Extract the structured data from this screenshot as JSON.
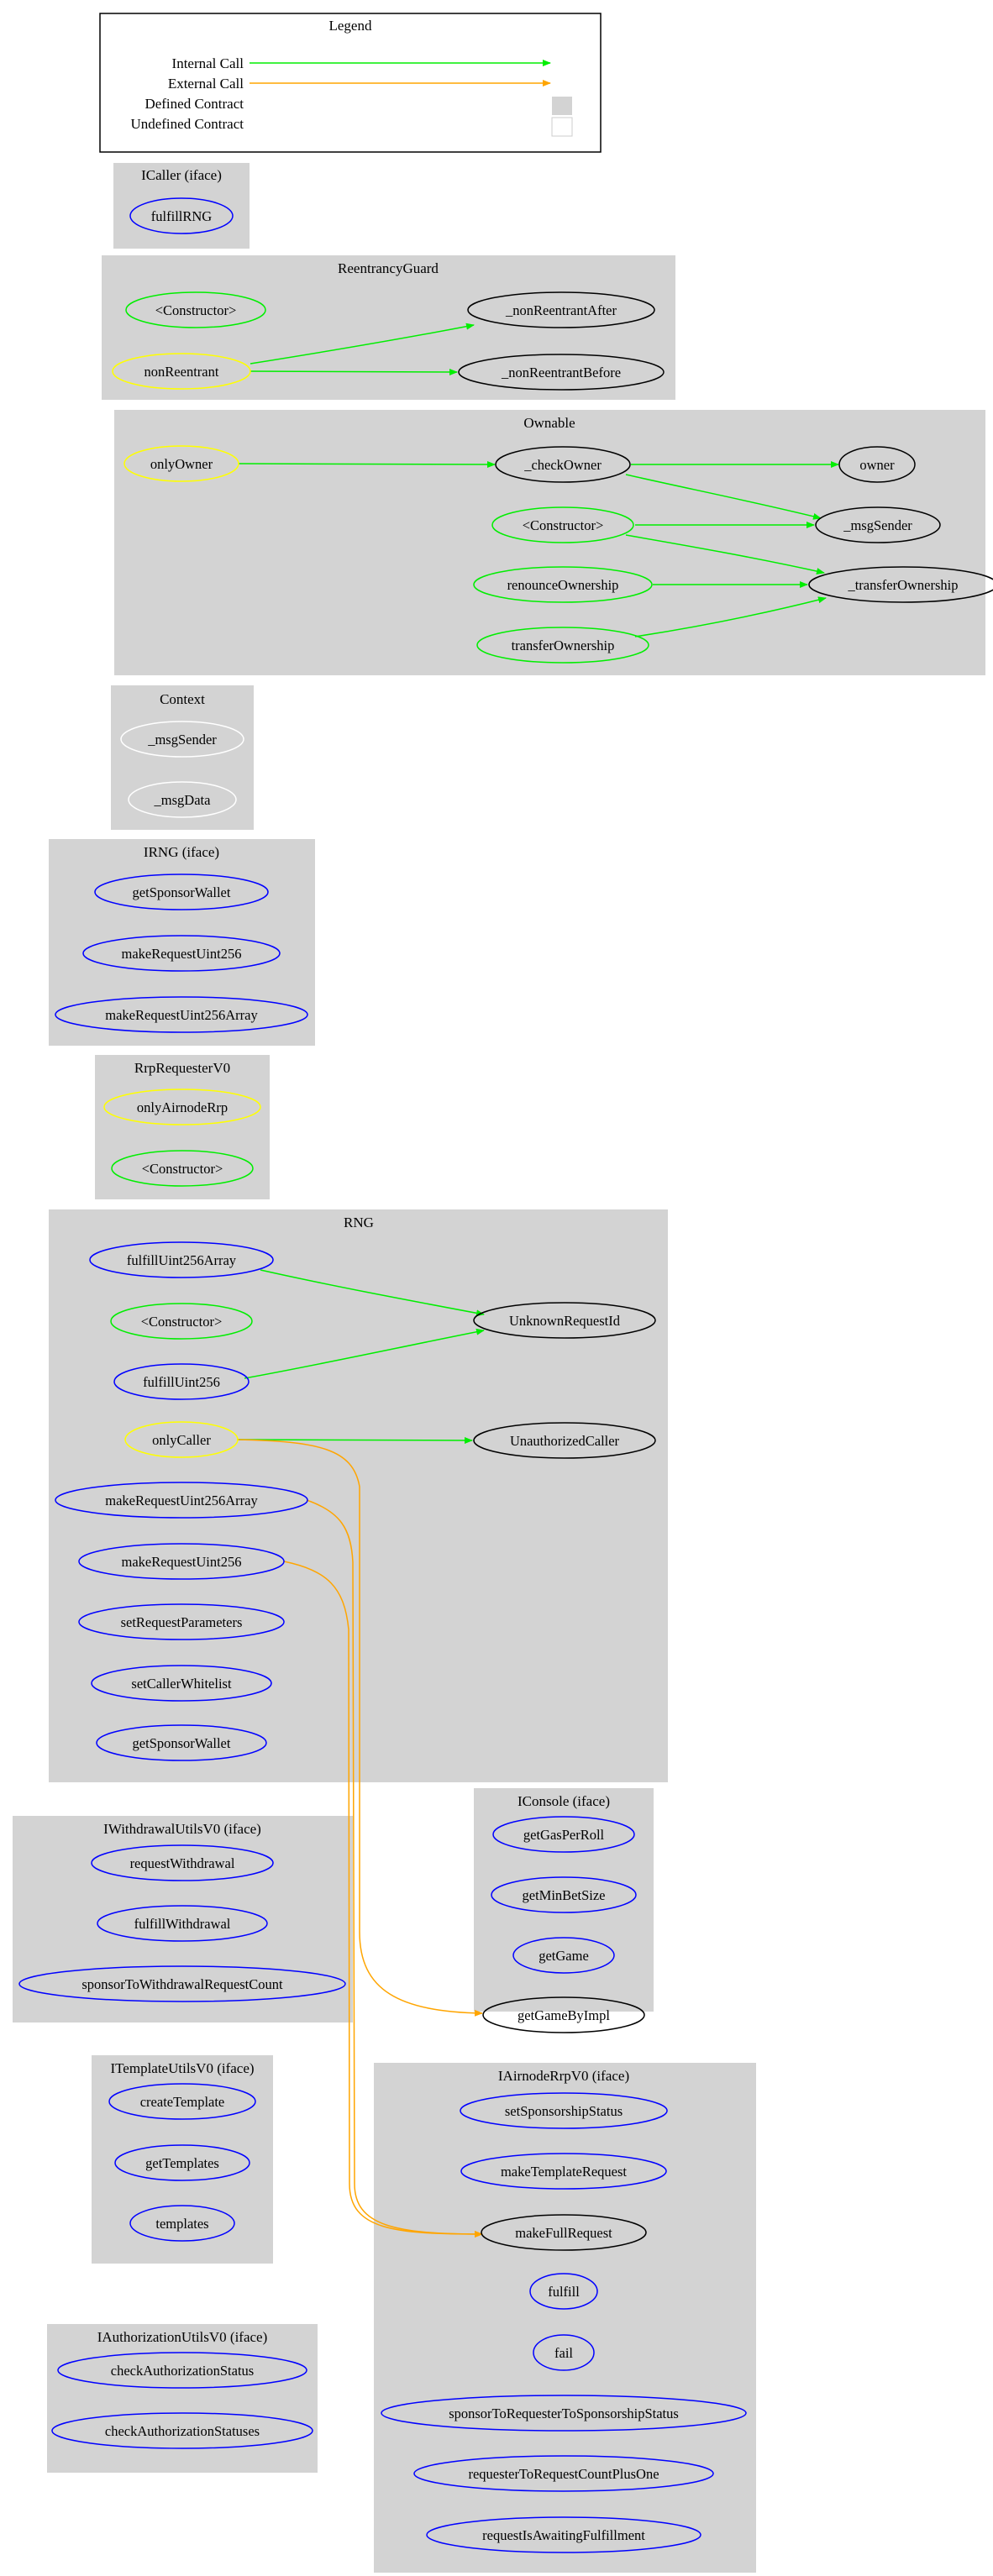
{
  "legend": {
    "title": "Legend",
    "internal_call": "Internal Call",
    "external_call": "External Call",
    "defined_contract": "Defined Contract",
    "undefined_contract": "Undefined Contract"
  },
  "colors": {
    "cluster_fill": "#d3d3d3",
    "internal_edge": "#00ee00",
    "external_edge": "#ffa500",
    "public_node": "#0000ff",
    "internal_node": "#00ee00",
    "modifier_node": "#ffff00",
    "undefined_node": "#000000",
    "context_node": "#ffffff"
  },
  "clusters": {
    "icaller": {
      "title": "ICaller  (iface)",
      "nodes": {
        "fulfillRNG": "fulfillRNG"
      }
    },
    "reentrancy": {
      "title": "ReentrancyGuard",
      "nodes": {
        "constructor": "<Constructor>",
        "nonReentrant": "nonReentrant",
        "nonReentrantAfter": "_nonReentrantAfter",
        "nonReentrantBefore": "_nonReentrantBefore"
      }
    },
    "ownable": {
      "title": "Ownable",
      "nodes": {
        "onlyOwner": "onlyOwner",
        "checkOwner": "_checkOwner",
        "owner": "owner",
        "constructor": "<Constructor>",
        "msgSender": "_msgSender",
        "renounceOwnership": "renounceOwnership",
        "transferOwnershipInternal": "_transferOwnership",
        "transferOwnership": "transferOwnership"
      }
    },
    "context": {
      "title": "Context",
      "nodes": {
        "msgSender": "_msgSender",
        "msgData": "_msgData"
      }
    },
    "irng": {
      "title": "IRNG  (iface)",
      "nodes": {
        "getSponsorWallet": "getSponsorWallet",
        "makeRequestUint256": "makeRequestUint256",
        "makeRequestUint256Array": "makeRequestUint256Array"
      }
    },
    "rrp": {
      "title": "RrpRequesterV0",
      "nodes": {
        "onlyAirnodeRrp": "onlyAirnodeRrp",
        "constructor": "<Constructor>"
      }
    },
    "rng": {
      "title": "RNG",
      "nodes": {
        "fulfillUint256Array": "fulfillUint256Array",
        "constructor": "<Constructor>",
        "fulfillUint256": "fulfillUint256",
        "onlyCaller": "onlyCaller",
        "makeRequestUint256Array": "makeRequestUint256Array",
        "makeRequestUint256": "makeRequestUint256",
        "setRequestParameters": "setRequestParameters",
        "setCallerWhitelist": "setCallerWhitelist",
        "getSponsorWallet": "getSponsorWallet",
        "unknownRequestId": "UnknownRequestId",
        "unauthorizedCaller": "UnauthorizedCaller"
      }
    },
    "iconsole": {
      "title": "IConsole  (iface)",
      "nodes": {
        "getGasPerRoll": "getGasPerRoll",
        "getMinBetSize": "getMinBetSize",
        "getGame": "getGame",
        "getGameByImpl": "getGameByImpl"
      }
    },
    "iwithdrawal": {
      "title": "IWithdrawalUtilsV0  (iface)",
      "nodes": {
        "requestWithdrawal": "requestWithdrawal",
        "fulfillWithdrawal": "fulfillWithdrawal",
        "sponsorToWithdrawalRequestCount": "sponsorToWithdrawalRequestCount"
      }
    },
    "itemplate": {
      "title": "ITemplateUtilsV0  (iface)",
      "nodes": {
        "createTemplate": "createTemplate",
        "getTemplates": "getTemplates",
        "templates": "templates"
      }
    },
    "iauth": {
      "title": "IAuthorizationUtilsV0  (iface)",
      "nodes": {
        "checkAuthorizationStatus": "checkAuthorizationStatus",
        "checkAuthorizationStatuses": "checkAuthorizationStatuses"
      }
    },
    "iairnode": {
      "title": "IAirnodeRrpV0  (iface)",
      "nodes": {
        "setSponsorshipStatus": "setSponsorshipStatus",
        "makeTemplateRequest": "makeTemplateRequest",
        "makeFullRequest": "makeFullRequest",
        "fulfill": "fulfill",
        "fail": "fail",
        "sponsorToRequesterToSponsorshipStatus": "sponsorToRequesterToSponsorshipStatus",
        "requesterToRequestCountPlusOne": "requesterToRequestCountPlusOne",
        "requestIsAwaitingFulfillment": "requestIsAwaitingFulfillment"
      }
    }
  }
}
